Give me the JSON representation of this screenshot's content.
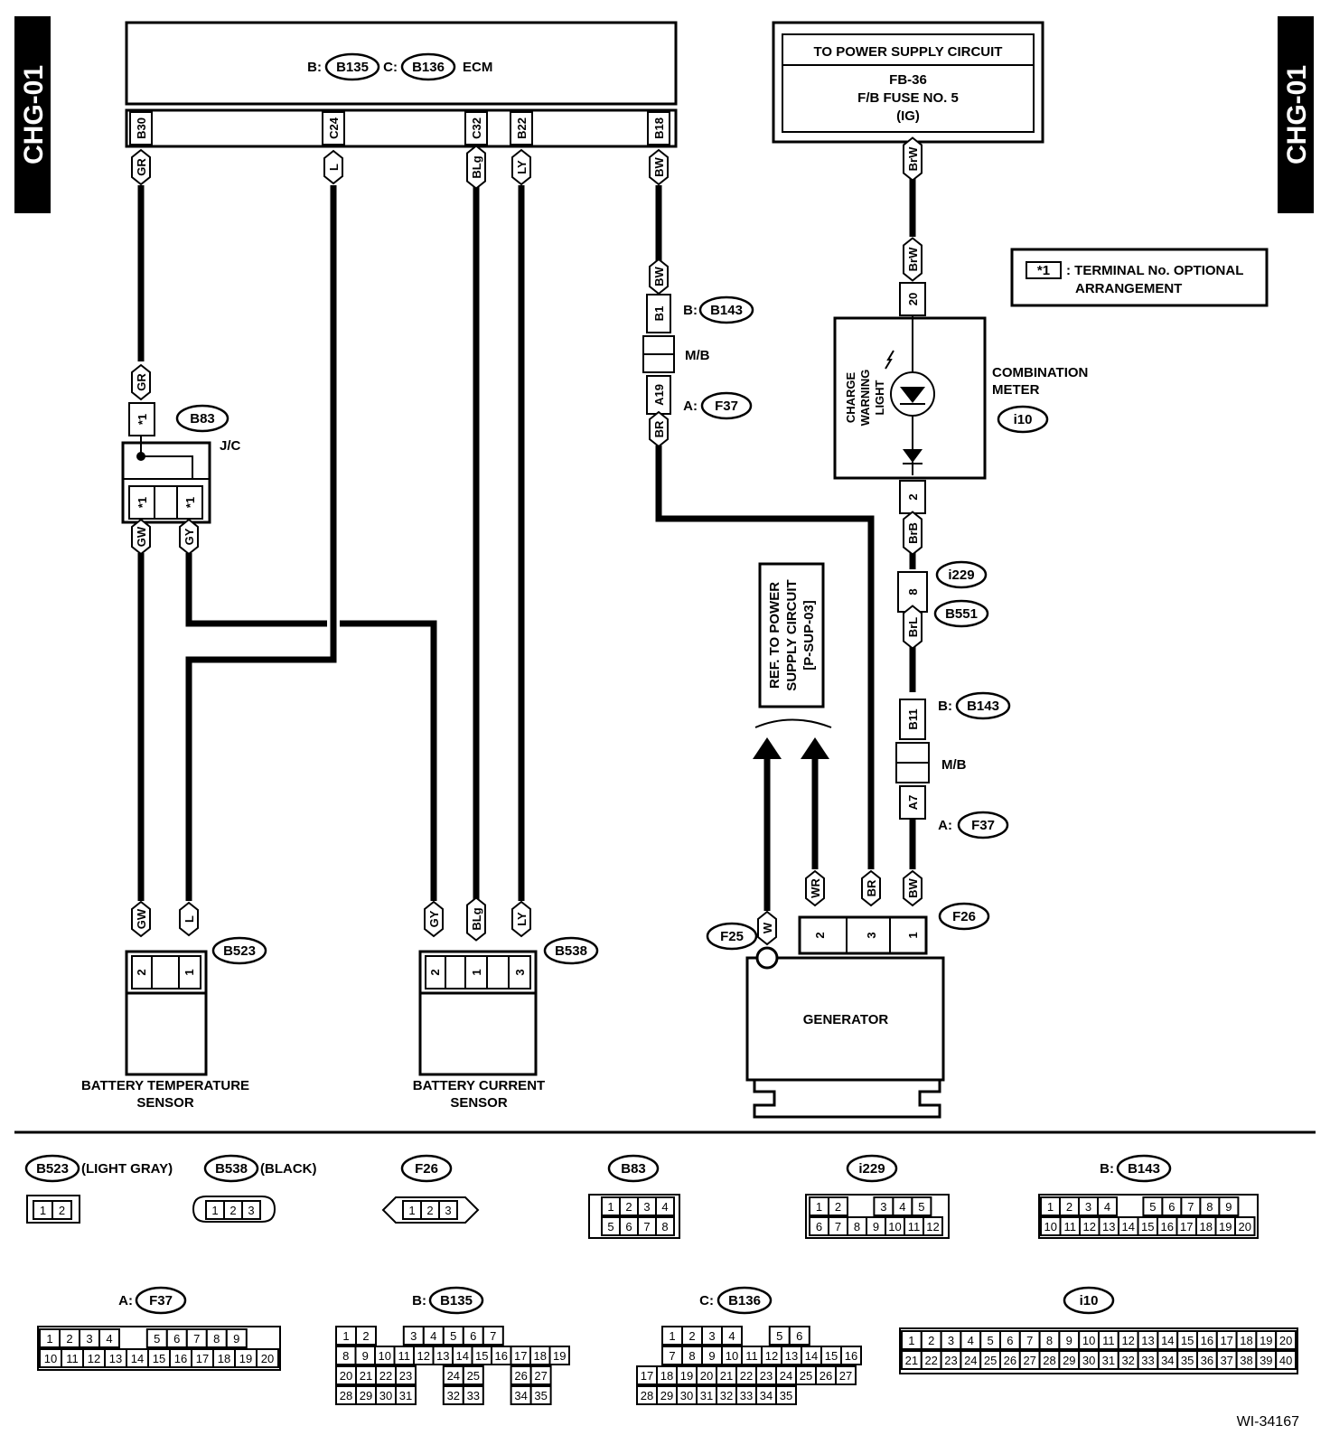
{
  "page": {
    "side_label_left": "CHG-01",
    "side_label_right": "CHG-01",
    "figure_id": "WI-34167"
  },
  "ecm": {
    "label": "ECM",
    "prefix_b": "B:",
    "conn_b": "B135",
    "prefix_c": "C:",
    "conn_c": "B136",
    "pins": [
      "B30",
      "C24",
      "C32",
      "B22",
      "B18"
    ],
    "wire_colors": [
      "GR",
      "L",
      "BLg",
      "LY",
      "BW"
    ]
  },
  "power_supply": {
    "title": "TO POWER SUPPLY CIRCUIT",
    "line1": "FB-36",
    "line2": "F/B FUSE NO. 5",
    "line3": "(IG)",
    "wire": "BrW"
  },
  "legend": {
    "symbol": "*1",
    "text1": ": TERMINAL No. OPTIONAL",
    "text2": "ARRANGEMENT"
  },
  "jc": {
    "label": "J/C",
    "conn": "B83",
    "top_pin": "*1",
    "bottom_pins": [
      "*1",
      "*1"
    ],
    "top_wire": "GR",
    "bottom_wires": [
      "GW",
      "GY"
    ]
  },
  "mb_left": {
    "wire_top": "BW",
    "pin_top": "B1",
    "conn_top_prefix": "B:",
    "conn_top": "B143",
    "mid": "M/B",
    "pin_bottom": "A19",
    "conn_bottom_prefix": "A:",
    "conn_bottom": "F37",
    "wire_bottom": "BR"
  },
  "meter": {
    "pin_top": "20",
    "lamp_label": "CHARGE WARNING LIGHT",
    "lamp_l1": "CHARGE",
    "lamp_l2": "WARNING",
    "lamp_l3": "LIGHT",
    "name1": "COMBINATION",
    "name2": "METER",
    "conn": "i10",
    "pin_bottom": "2",
    "wire_out": "BrB"
  },
  "joint": {
    "conn_a": "i229",
    "pin": "8",
    "conn_b": "B551",
    "wire": "BrL"
  },
  "mb_right": {
    "pin_top": "B11",
    "conn_top_prefix": "B:",
    "conn_top": "B143",
    "mid": "M/B",
    "pin_bottom": "A7",
    "conn_bottom_prefix": "A:",
    "conn_bottom": "F37"
  },
  "ref": {
    "l1": "REF. TO POWER",
    "l2": "SUPPLY CIRCUIT",
    "l3": "[P-SUP-03]"
  },
  "generator": {
    "label": "GENERATOR",
    "conn_w": "F25",
    "wire_w": "W",
    "conn": "F26",
    "wires": [
      "WR",
      "BR",
      "BW"
    ],
    "pins": [
      "2",
      "3",
      "1"
    ]
  },
  "sensor_temp": {
    "name1": "BATTERY TEMPERATURE",
    "name2": "SENSOR",
    "conn": "B523",
    "wires": [
      "GW",
      "L"
    ],
    "pins": [
      "2",
      "1"
    ]
  },
  "sensor_current": {
    "name1": "BATTERY CURRENT",
    "name2": "SENSOR",
    "conn": "B538",
    "wires": [
      "GY",
      "BLg",
      "LY"
    ],
    "pins": [
      "2",
      "1",
      "3"
    ]
  },
  "connectors": {
    "b523": {
      "name": "B523",
      "note": "(LIGHT GRAY)",
      "pins": [
        "1",
        "2"
      ]
    },
    "b538": {
      "name": "B538",
      "note": "(BLACK)",
      "pins": [
        "1",
        "2",
        "3"
      ]
    },
    "f26": {
      "name": "F26",
      "pins": [
        "1",
        "2",
        "3"
      ]
    },
    "b83": {
      "name": "B83",
      "row1": [
        "1",
        "2",
        "3",
        "4"
      ],
      "row2": [
        "5",
        "6",
        "7",
        "8"
      ]
    },
    "i229": {
      "name": "i229",
      "row1": [
        "1",
        "2",
        "",
        "3",
        "4",
        "5"
      ],
      "row2": [
        "6",
        "7",
        "8",
        "9",
        "10",
        "11",
        "12"
      ]
    },
    "b143": {
      "prefix": "B:",
      "name": "B143",
      "row1": [
        "1",
        "2",
        "3",
        "4",
        "",
        "5",
        "6",
        "7",
        "8",
        "9"
      ],
      "row2": [
        "10",
        "11",
        "12",
        "13",
        "14",
        "15",
        "16",
        "17",
        "18",
        "19",
        "20"
      ]
    },
    "f37": {
      "prefix": "A:",
      "name": "F37",
      "row1": [
        "1",
        "2",
        "3",
        "4",
        "",
        "5",
        "6",
        "7",
        "8",
        "9"
      ],
      "row2": [
        "10",
        "11",
        "12",
        "13",
        "14",
        "15",
        "16",
        "17",
        "18",
        "19",
        "20"
      ]
    },
    "b135": {
      "prefix": "B:",
      "name": "B135",
      "row1": [
        "1",
        "2",
        "",
        "3",
        "4",
        "5",
        "6",
        "7"
      ],
      "row2": [
        "8",
        "9",
        "10",
        "11",
        "12",
        "13",
        "14",
        "15",
        "16",
        "17",
        "18",
        "19"
      ],
      "row3": [
        "20",
        "21",
        "22",
        "23",
        "",
        "24",
        "25",
        "",
        "26",
        "27"
      ],
      "row4": [
        "28",
        "29",
        "30",
        "31",
        "",
        "32",
        "33",
        "",
        "34",
        "35"
      ]
    },
    "b136": {
      "prefix": "C:",
      "name": "B136",
      "row1": [
        "1",
        "2",
        "3",
        "4",
        "",
        "5",
        "6"
      ],
      "row2": [
        "7",
        "8",
        "9",
        "10",
        "11",
        "12",
        "13",
        "14",
        "15",
        "16"
      ],
      "row3": [
        "17",
        "18",
        "19",
        "20",
        "21",
        "22",
        "23",
        "24",
        "25",
        "26",
        "27"
      ],
      "row4": [
        "28",
        "29",
        "30",
        "31",
        "32",
        "33",
        "34",
        "35"
      ]
    },
    "i10": {
      "name": "i10",
      "row1": [
        "1",
        "2",
        "3",
        "4",
        "5",
        "6",
        "7",
        "8",
        "9",
        "10",
        "11",
        "12",
        "13",
        "14",
        "15",
        "16",
        "17",
        "18",
        "19",
        "20"
      ],
      "row2": [
        "21",
        "22",
        "23",
        "24",
        "25",
        "26",
        "27",
        "28",
        "29",
        "30",
        "31",
        "32",
        "33",
        "34",
        "35",
        "36",
        "37",
        "38",
        "39",
        "40"
      ]
    }
  }
}
